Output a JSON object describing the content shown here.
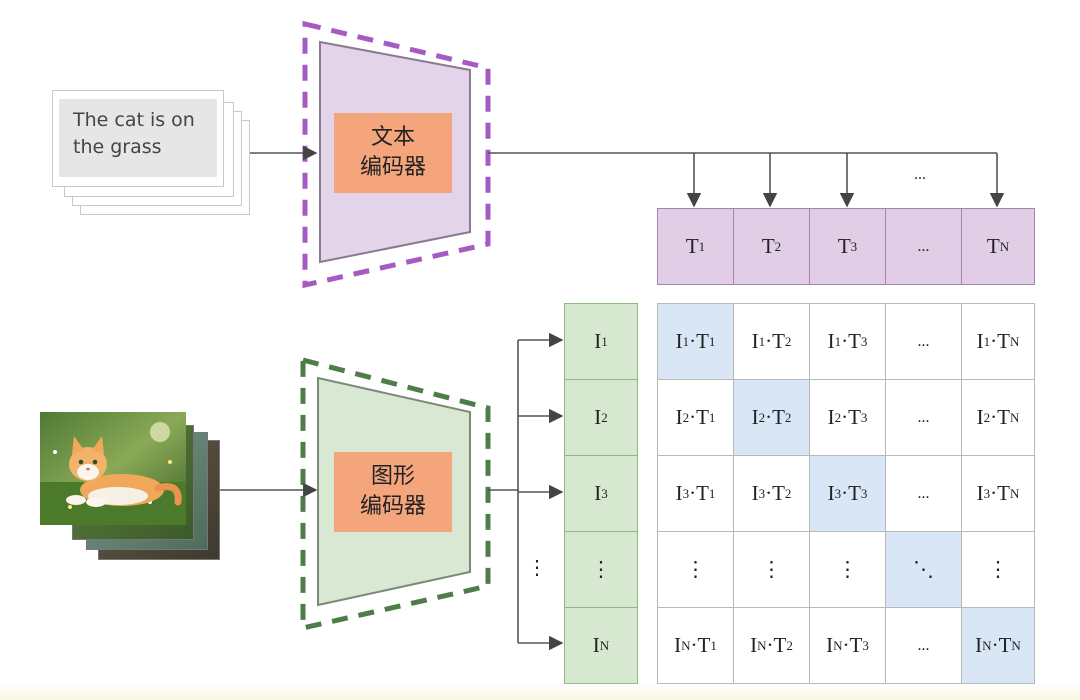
{
  "text_input": {
    "caption": "The cat is on the grass"
  },
  "text_encoder": {
    "label": "文本\n编码器",
    "color": "#9b59b6"
  },
  "image_encoder": {
    "label": "图形\n编码器",
    "color": "#4f7d4a"
  },
  "image_input": {
    "icon": "cat-photo-stack"
  },
  "text_features": {
    "labels": [
      "T₁",
      "T₂",
      "T₃",
      "...",
      "T_N"
    ],
    "overhead_ellipsis": "..."
  },
  "image_features": {
    "labels": [
      "I₁",
      "I₂",
      "I₃",
      "⋮",
      "I_N"
    ],
    "side_ellipsis": "⋮"
  },
  "similarity_matrix": {
    "rows": [
      [
        "I₁·T₁",
        "I₁·T₂",
        "I₁·T₃",
        "...",
        "I₁·T_N"
      ],
      [
        "I₂·T₁",
        "I₂·T₂",
        "I₂·T₃",
        "...",
        "I₂·T_N"
      ],
      [
        "I₃·T₁",
        "I₃·T₂",
        "I₃·T₃",
        "...",
        "I₃·T_N"
      ],
      [
        "⋮",
        "⋮",
        "⋮",
        "⋱",
        "⋮"
      ],
      [
        "I_N·T₁",
        "I_N·T₂",
        "I_N·T₃",
        "...",
        "I_N·T_N"
      ]
    ],
    "diagonal_color": "#d8e6f5"
  }
}
